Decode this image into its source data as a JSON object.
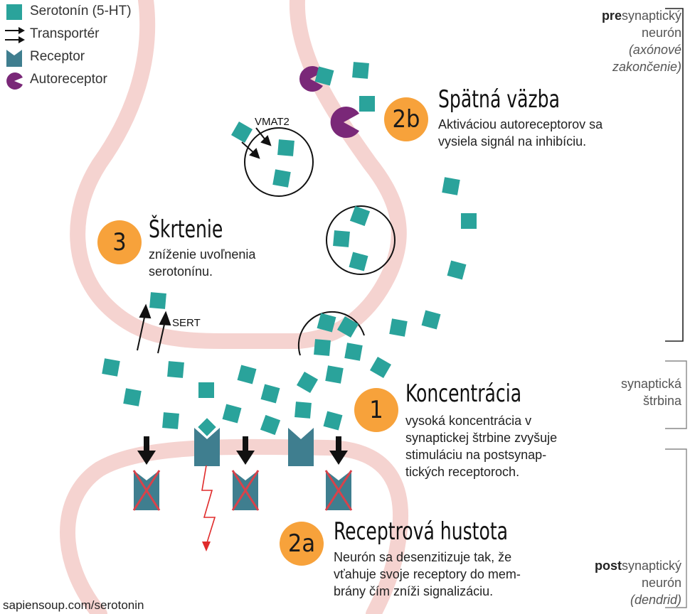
{
  "legend": {
    "items": [
      {
        "icon": "serotonin-square-icon",
        "label": "Serotonín (5-HT)"
      },
      {
        "icon": "transporter-arrows-icon",
        "label": "Transportér"
      },
      {
        "icon": "receptor-icon",
        "label": "Receptor"
      },
      {
        "icon": "autoreceptor-icon",
        "label": "Autoreceptor"
      }
    ]
  },
  "colors": {
    "serotonin": "#2aa39b",
    "receptor": "#3f7e8f",
    "autoreceptor": "#7a2878",
    "membrane": "#f5d3d0",
    "badge": "#f7a23b",
    "cross": "#d9424a",
    "signal": "#e02b2b"
  },
  "labels": {
    "vmat2": "VMAT2",
    "sert": "SERT"
  },
  "sections": {
    "feedback": {
      "number": "2b",
      "title": "Spätná väzba",
      "lines": [
        "Aktiváciou autoreceptorov sa",
        "vysiela signál na inhibíciu."
      ]
    },
    "throttle": {
      "number": "3",
      "title": "Škrtenie",
      "lines": [
        "zníženie uvoľnenia",
        "serotonínu."
      ]
    },
    "concentration": {
      "number": "1",
      "title": "Koncentrácia",
      "lines": [
        "vysoká koncentrácia v",
        "synaptickej štrbine zvyšuje",
        "stimuláciu na postsynap-",
        "tických receptoroch."
      ]
    },
    "density": {
      "number": "2a",
      "title": "Receptrová hustota",
      "lines": [
        "Neurón sa desenzitizuje tak, že",
        "vťahuje svoje receptory do mem-",
        "brány čím zníži signalizáciu."
      ]
    }
  },
  "side_labels": {
    "presynaptic": {
      "bold": "pre",
      "rest": "synaptický",
      "line2": "neurón",
      "line3": "(axónové",
      "line4": "zakončenie)"
    },
    "cleft": {
      "line1": "synaptická",
      "line2": "štrbina"
    },
    "postsynaptic": {
      "bold": "post",
      "rest": "synaptický",
      "line2": "neurón",
      "line3": "(dendrid)"
    }
  },
  "footer": {
    "url": "sapiensoup.com/serotonin"
  }
}
